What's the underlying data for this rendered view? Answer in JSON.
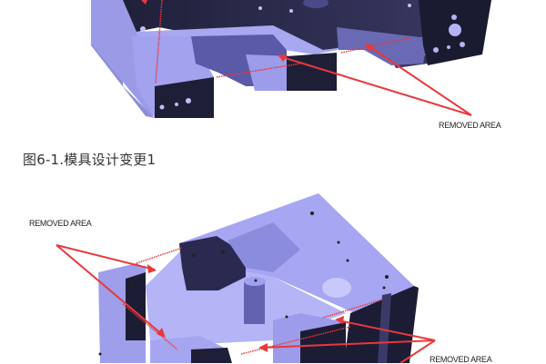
{
  "figure1": {
    "annotation_label": "REMOVED AREA",
    "colors": {
      "surface": "#9e9ef0",
      "shadow": "#1c1c34",
      "arrow": "#e8383c"
    }
  },
  "caption": {
    "text": "图6-1.模具设计变更1"
  },
  "figure2": {
    "annotation_label_left": "REMOVED AREA",
    "annotation_label_right": "REMOVED AREA",
    "colors": {
      "surface": "#a4a4f2",
      "shadow": "#1c1c34",
      "arrow": "#e8383c"
    }
  }
}
